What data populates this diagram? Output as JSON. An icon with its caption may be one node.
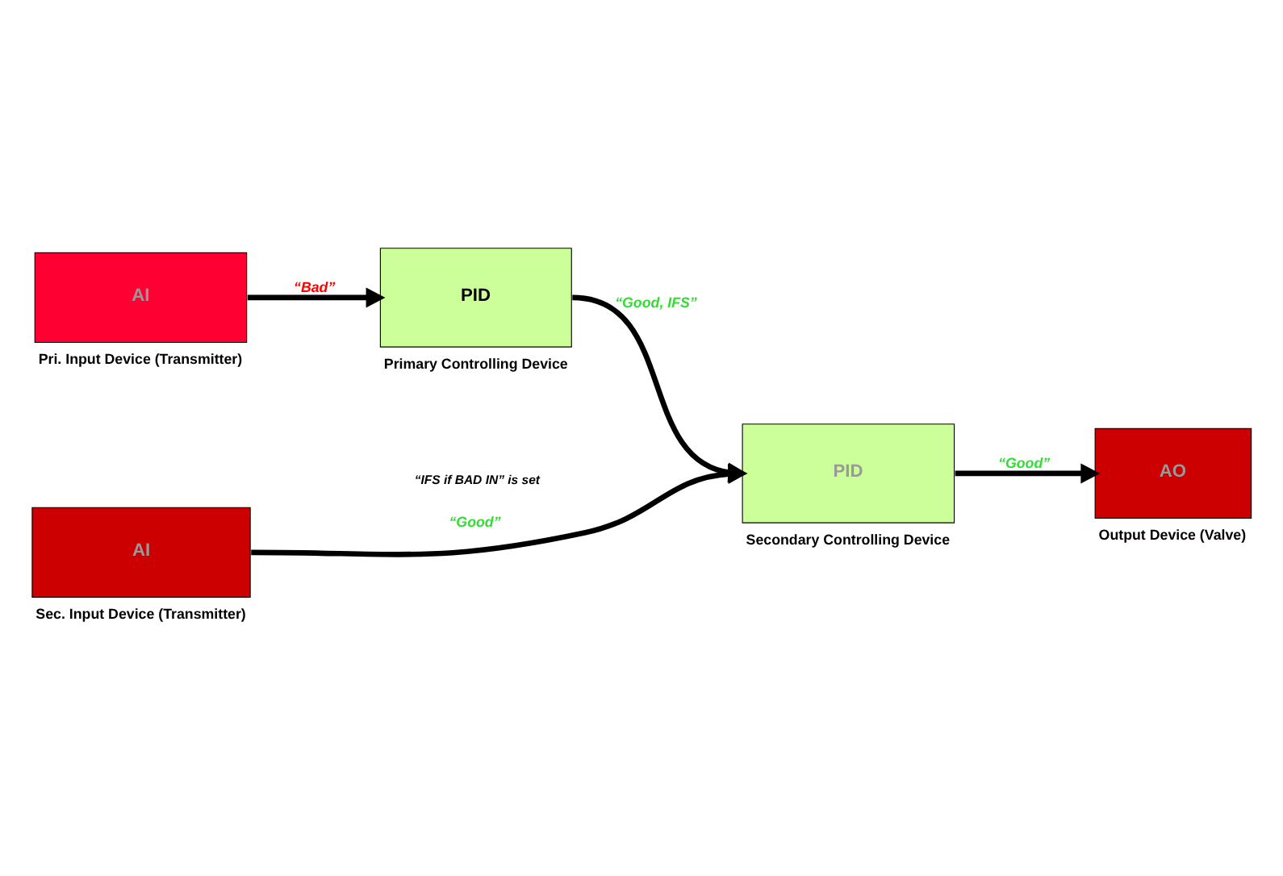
{
  "diagram": {
    "nodes": [
      {
        "text": [
          "AI"
        ],
        "beside": [
          "Pri. Input Device (Transmitter)"
        ]
      },
      {
        "text": [
          "PID"
        ],
        "beside": [
          "Primary Controlling Device"
        ]
      },
      {
        "text": [
          "PID"
        ],
        "beside": [
          "Secondary Controlling Device"
        ]
      },
      {
        "text": [
          "AO"
        ],
        "beside": [
          "Output Device (Valve)"
        ]
      },
      {
        "text": [
          "AI"
        ],
        "beside": [
          "Sec. Input Device (Transmitter)"
        ]
      }
    ],
    "edges": [
      {
        "from": 0,
        "to": 1,
        "arrow": "to",
        "label": "“Bad”"
      },
      {
        "from": 1,
        "to": 2,
        "arrow": "to",
        "label": "“Good, IFS”"
      },
      {
        "from": 4,
        "to": 2,
        "arrow": "to",
        "label": "“Good”"
      },
      {
        "from": 2,
        "to": 3,
        "arrow": "to",
        "label": "“Good”"
      }
    ],
    "labels": [
      "“IFS if BAD IN” is set"
    ]
  }
}
